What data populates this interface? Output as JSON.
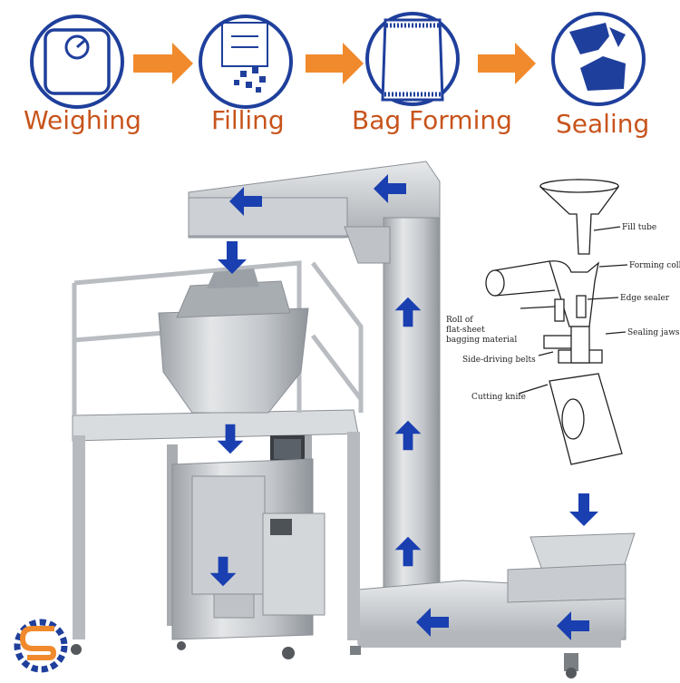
{
  "steps": [
    {
      "label": "Weighing",
      "icon": "scale-icon"
    },
    {
      "label": "Filling",
      "icon": "filling-icon"
    },
    {
      "label": "Bag Forming",
      "icon": "bag-icon"
    },
    {
      "label": "Sealing",
      "icon": "sealing-icon"
    }
  ],
  "diagram": {
    "fill_tube": "Fill tube",
    "forming_collar": "Forming collar",
    "edge_sealer": "Edge sealer",
    "sealing_jaws": "Sealing jaws",
    "roll_line1": "Roll of",
    "roll_line2": "flat-sheet",
    "roll_line3": "bagging material",
    "side_driving_belts": "Side-driving belts",
    "cutting_knife": "Cutting knife"
  },
  "colors": {
    "accent_orange": "#c8541c",
    "arrow_orange": "#f08a2c",
    "icon_blue": "#1f3f9c",
    "flow_arrow_blue": "#1a3fb0",
    "steel": "#c9ccd0"
  }
}
